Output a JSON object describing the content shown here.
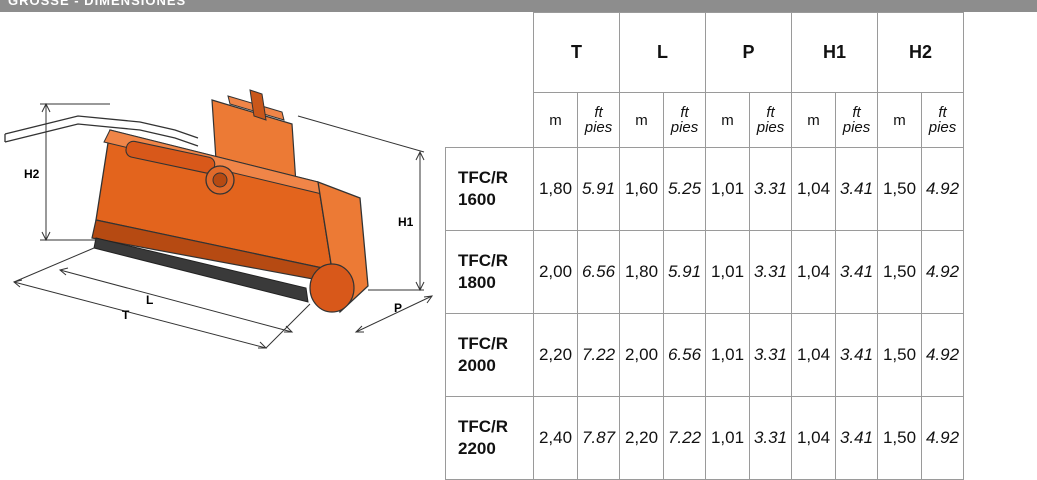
{
  "header": {
    "title": "GROSSE - DIMENSIONES"
  },
  "figure": {
    "labels": {
      "h2": "H2",
      "h1": "H1",
      "l": "L",
      "t": "T",
      "p": "P"
    },
    "colors": {
      "body": "#e3641d",
      "dark": "#b64a12",
      "light": "#f08548",
      "line": "#333333"
    }
  },
  "table": {
    "columns": [
      "T",
      "L",
      "P",
      "H1",
      "H2"
    ],
    "units": {
      "m": "m",
      "ft_top": "ft",
      "ft_bottom": "pies"
    },
    "rows": [
      {
        "model_top": "TFC/R",
        "model_bottom": "1600",
        "values": [
          [
            "1,80",
            "5.91"
          ],
          [
            "1,60",
            "5.25"
          ],
          [
            "1,01",
            "3.31"
          ],
          [
            "1,04",
            "3.41"
          ],
          [
            "1,50",
            "4.92"
          ]
        ]
      },
      {
        "model_top": "TFC/R",
        "model_bottom": "1800",
        "values": [
          [
            "2,00",
            "6.56"
          ],
          [
            "1,80",
            "5.91"
          ],
          [
            "1,01",
            "3.31"
          ],
          [
            "1,04",
            "3.41"
          ],
          [
            "1,50",
            "4.92"
          ]
        ]
      },
      {
        "model_top": "TFC/R",
        "model_bottom": "2000",
        "values": [
          [
            "2,20",
            "7.22"
          ],
          [
            "2,00",
            "6.56"
          ],
          [
            "1,01",
            "3.31"
          ],
          [
            "1,04",
            "3.41"
          ],
          [
            "1,50",
            "4.92"
          ]
        ]
      },
      {
        "model_top": "TFC/R",
        "model_bottom": "2200",
        "values": [
          [
            "2,40",
            "7.87"
          ],
          [
            "2,20",
            "7.22"
          ],
          [
            "1,01",
            "3.31"
          ],
          [
            "1,04",
            "3.41"
          ],
          [
            "1,50",
            "4.92"
          ]
        ]
      }
    ]
  }
}
